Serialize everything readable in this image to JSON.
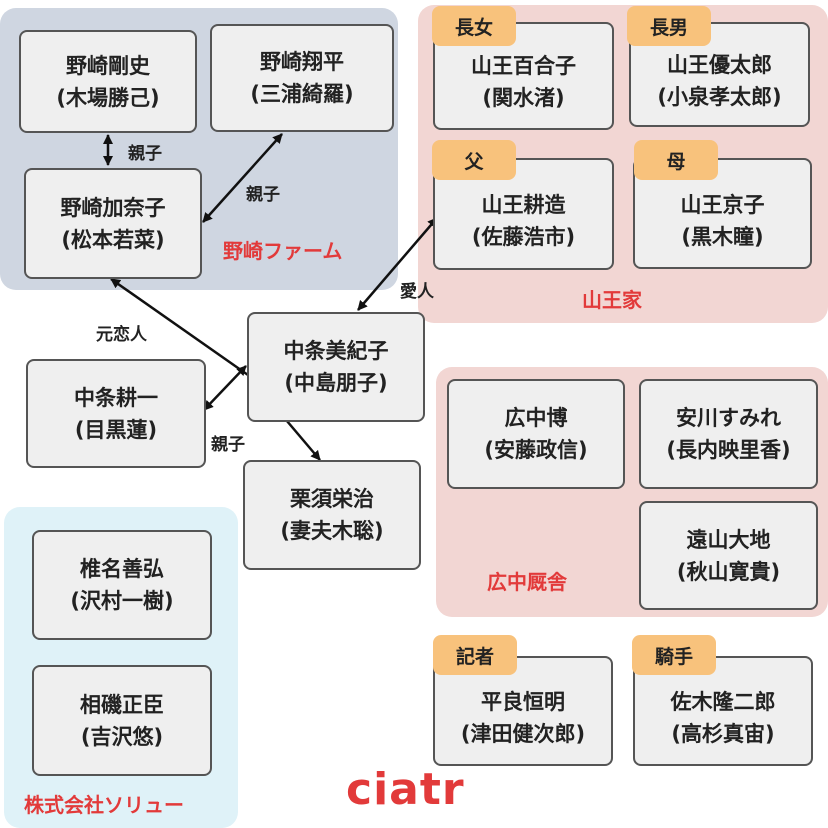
{
  "colors": {
    "nozaki_bg": "#cfd6e1",
    "sanno_bg": "#f2d6d3",
    "hironaka_bg": "#f2d6d3",
    "solyu_bg": "#dff2f8",
    "tag_bg": "#f8c27c",
    "red": "#e23a3a",
    "card_bg": "#efefef",
    "card_border": "#555555",
    "arrow": "#111111"
  },
  "groups": {
    "nozaki": {
      "label": "野崎ファーム"
    },
    "sanno": {
      "label": "山王家"
    },
    "hironaka": {
      "label": "広中厩舎"
    },
    "solyu": {
      "label": "株式会社ソリュー"
    }
  },
  "cards": {
    "nozaki_takeshi": {
      "name": "野崎剛史",
      "actor": "(木場勝己)"
    },
    "nozaki_shohei": {
      "name": "野崎翔平",
      "actor": "(三浦綺羅)"
    },
    "nozaki_kanako": {
      "name": "野崎加奈子",
      "actor": "(松本若菜)"
    },
    "sanno_yuriko": {
      "name": "山王百合子",
      "actor": "(関水渚)"
    },
    "sanno_yutaro": {
      "name": "山王優太郎",
      "actor": "(小泉孝太郎)"
    },
    "sanno_kozo": {
      "name": "山王耕造",
      "actor": "(佐藤浩市)"
    },
    "sanno_kyoko": {
      "name": "山王京子",
      "actor": "(黒木瞳)"
    },
    "nakajo_mikiko": {
      "name": "中条美紀子",
      "actor": "(中島朋子)"
    },
    "nakajo_koichi": {
      "name": "中条耕一",
      "actor": "(目黒蓮)"
    },
    "kurisu_eiji": {
      "name": "栗須栄治",
      "actor": "(妻夫木聡)"
    },
    "hironaka_hiroshi": {
      "name": "広中博",
      "actor": "(安藤政信)"
    },
    "yasukawa_sumire": {
      "name": "安川すみれ",
      "actor": "(長内映里香)"
    },
    "toyama_daichi": {
      "name": "遠山大地",
      "actor": "(秋山寛貴)"
    },
    "shiina_yoshihiro": {
      "name": "椎名善弘",
      "actor": "(沢村一樹)"
    },
    "aiso_masaomi": {
      "name": "相磯正臣",
      "actor": "(吉沢悠)"
    },
    "taira_tsuneaki": {
      "name": "平良恒明",
      "actor": "(津田健次郎)"
    },
    "saki_ryujiro": {
      "name": "佐木隆二郎",
      "actor": "(高杉真宙)"
    }
  },
  "tags": {
    "chojo": "長女",
    "chonan": "長男",
    "chichi": "父",
    "haha": "母",
    "kisha": "記者",
    "kishu": "騎手"
  },
  "relations": {
    "oyako_1": "親子",
    "oyako_2": "親子",
    "oyako_3": "親子",
    "aijin": "愛人",
    "motokoibito": "元恋人"
  },
  "logo": {
    "text": "ciatr"
  }
}
